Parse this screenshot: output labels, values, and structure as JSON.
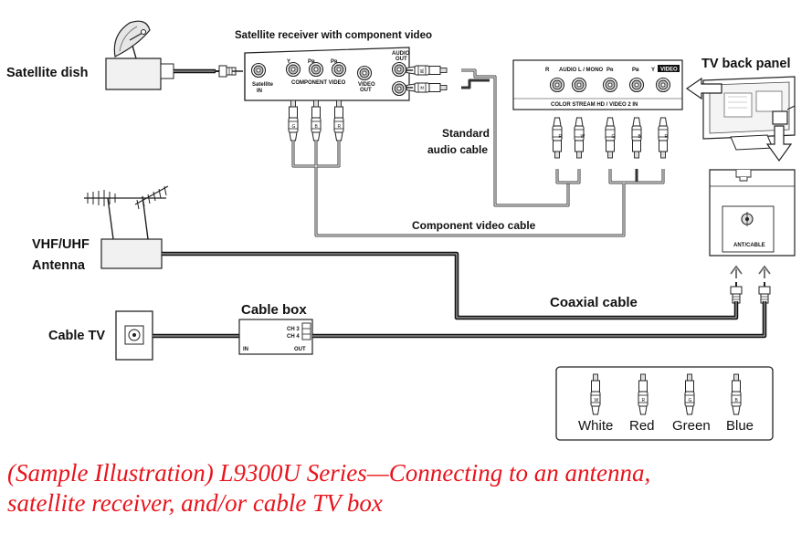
{
  "labels": {
    "satellite_dish": "Satellite dish",
    "satellite_receiver": "Satellite receiver with component video",
    "standard_audio_cable": [
      "Standard",
      "audio cable"
    ],
    "component_video_cable": "Component video cable",
    "tv_back_panel": "TV back panel",
    "vhf_uhf_antenna": [
      "VHF/UHF",
      "Antenna"
    ],
    "cable_tv": "Cable TV",
    "cable_box": "Cable box",
    "coaxial_cable": "Coaxial cable"
  },
  "receiver_panel": {
    "satellite_in": [
      "Satellite",
      "IN"
    ],
    "y": "Y",
    "pb": "Pʙ",
    "pr": "Pʀ",
    "component_video": "COMPONENT VIDEO",
    "video_out": [
      "VIDEO",
      "OUT"
    ],
    "audio_out": [
      "AUDIO",
      "OUT"
    ],
    "w": "W",
    "r": "R"
  },
  "tv_panel": {
    "r": "R",
    "audio_l_mono": "AUDIO L / MONO",
    "pr": "Pʀ",
    "pb": "Pʙ",
    "y": "Y",
    "video": "VIDEO",
    "bottom_label": "COLOR STREAM HD / VIDEO 2 IN",
    "ant_cable": "ANT/CABLE"
  },
  "cable_box_panel": {
    "ch3": "CH 3",
    "ch4": "CH 4",
    "in": "IN",
    "out": "OUT"
  },
  "plug_letters": {
    "receiver_plugs": [
      "G",
      "B",
      "R"
    ],
    "tv_plugs": [
      "R",
      "W",
      "G",
      "B",
      "R"
    ]
  },
  "legend": {
    "items": [
      {
        "letter": "W",
        "name": "White"
      },
      {
        "letter": "R",
        "name": "Red"
      },
      {
        "letter": "G",
        "name": "Green"
      },
      {
        "letter": "B",
        "name": "Blue"
      }
    ]
  },
  "caption": {
    "line1": "(Sample Illustration) L9300U Series—Connecting to an antenna,",
    "line2": "satellite receiver, and/or cable TV box",
    "color": "#e8141c"
  }
}
